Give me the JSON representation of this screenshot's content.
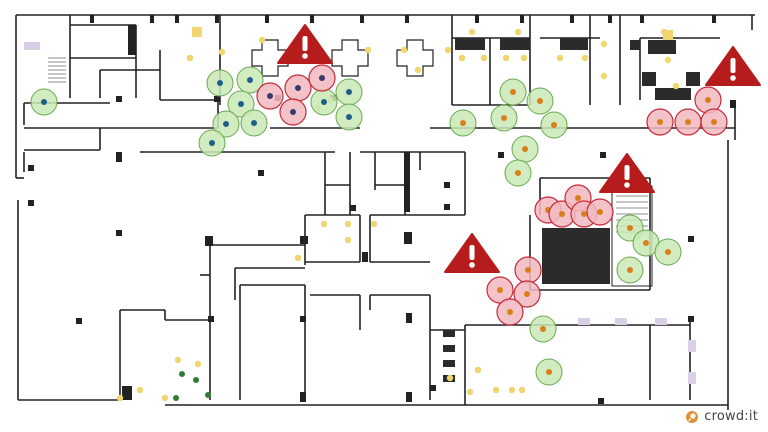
{
  "brand": {
    "name": "crowd:it",
    "logo_icon": "crowdit-logo-icon",
    "logo_color": "#e0913a"
  },
  "colors": {
    "wall": "#222222",
    "green_halo": "#c9e9b6",
    "green_ring": "#6aa84f",
    "green_dot": "#1e5e87",
    "red_halo": "#f2b8bf",
    "red_ring": "#c62a3a",
    "red_dot": "#3a3a6a",
    "orange_dot": "#d97f1a",
    "yellow_dot": "#f2d56e",
    "warning_red": "#b71c1c",
    "lavender": "#d9d0e8",
    "dark_green_dot": "#2e7d32"
  },
  "legend_icons": [
    "warning-triangle-icon",
    "green-cluster-marker",
    "red-crowd-marker",
    "yellow-seat-dot"
  ]
}
